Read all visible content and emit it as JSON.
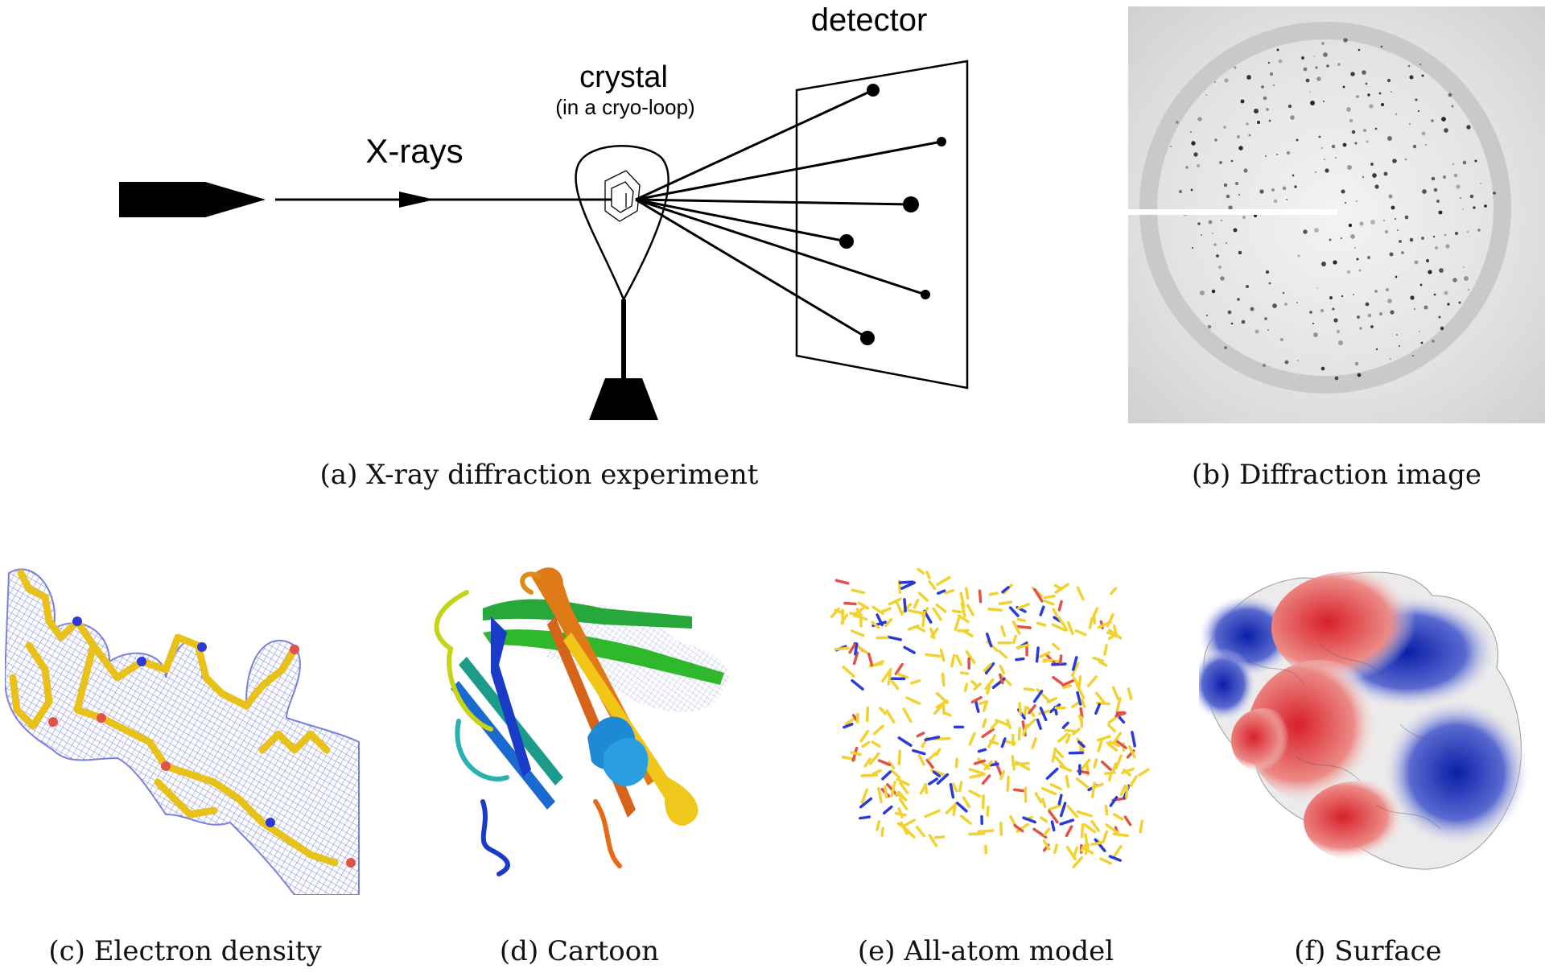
{
  "panel_a": {
    "labels": {
      "xrays": "X-rays",
      "crystal": "crystal",
      "crystal_sub": "(in a cryo-loop)",
      "detector": "detector"
    },
    "caption": "(a) X-ray diffraction experiment"
  },
  "panel_b": {
    "caption": "(b) Diffraction image"
  },
  "panel_c": {
    "caption": "(c) Electron density"
  },
  "panel_d": {
    "caption": "(d) Cartoon"
  },
  "panel_e": {
    "caption": "(e) All-atom model"
  },
  "panel_f": {
    "caption": "(f) Surface"
  },
  "colors": {
    "carbon": "#f2d230",
    "nitrogen": "#2a3bd8",
    "oxygen": "#e0524a",
    "mesh": "#6b74d6",
    "surface_negative": "#d8202a",
    "surface_positive": "#1a2fb8"
  }
}
